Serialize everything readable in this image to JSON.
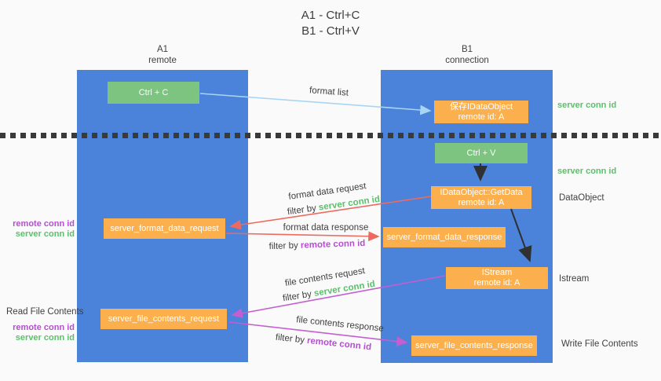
{
  "title": {
    "line1": "A1 - Ctrl+C",
    "line2": "B1 - Ctrl+V"
  },
  "columns": {
    "left": {
      "header_line1": "A1",
      "header_line2": "remote"
    },
    "right": {
      "header_line1": "B1",
      "header_line2": "connection"
    }
  },
  "boxes": {
    "ctrl_c": "Ctrl + C",
    "ctrl_v": "Ctrl + V",
    "save_dataobject_line1": "保存IDataObject",
    "save_dataobject_line2": "remote id: A",
    "getdata_line1": "IDataObject::GetData",
    "getdata_line2": "remote id: A",
    "istream_line1": "IStream",
    "istream_line2": "remote id: A",
    "format_request": "server_format_data_request",
    "format_response": "server_format_data_response",
    "file_request": "server_file_contents_request",
    "file_response": "server_file_contents_response"
  },
  "center_labels": {
    "format_list": "format list",
    "format_data_request": "format data request",
    "fdr_filter_prefix": "filter by ",
    "fdr_filter_value": "server conn id",
    "format_data_response": "format data response",
    "fds_filter_prefix": "filter by ",
    "fds_filter_value": "remote conn id",
    "file_contents_request": "file contents request",
    "fcr_filter_prefix": "filter by ",
    "fcr_filter_value": "server conn id",
    "file_contents_response": "file contents response",
    "fcs_filter_prefix": "filter by ",
    "fcs_filter_value": "remote conn id"
  },
  "side_labels": {
    "right_server_conn_1": "server conn id",
    "right_server_conn_2": "server conn id",
    "dataobject": "DataObject",
    "istream": "Istream",
    "write_file_contents": "Write File Contents",
    "left_remote_conn_1": "remote conn id",
    "left_server_conn_1": "server conn id",
    "read_file_contents": "Read File Contents",
    "left_remote_conn_2": "remote conn id",
    "left_server_conn_2": "server conn id"
  },
  "colors": {
    "column_blue": "#4a83d9",
    "box_green": "#7cc47f",
    "box_orange": "#fbb04d",
    "arrow_blue": "#a9d5f5",
    "arrow_red": "#ee6a5f",
    "arrow_purple": "#c35fd0",
    "arrow_black": "#303030",
    "label_green": "#5bc06c",
    "label_purple": "#b44fd0",
    "text_dark": "#3f3f3f"
  }
}
